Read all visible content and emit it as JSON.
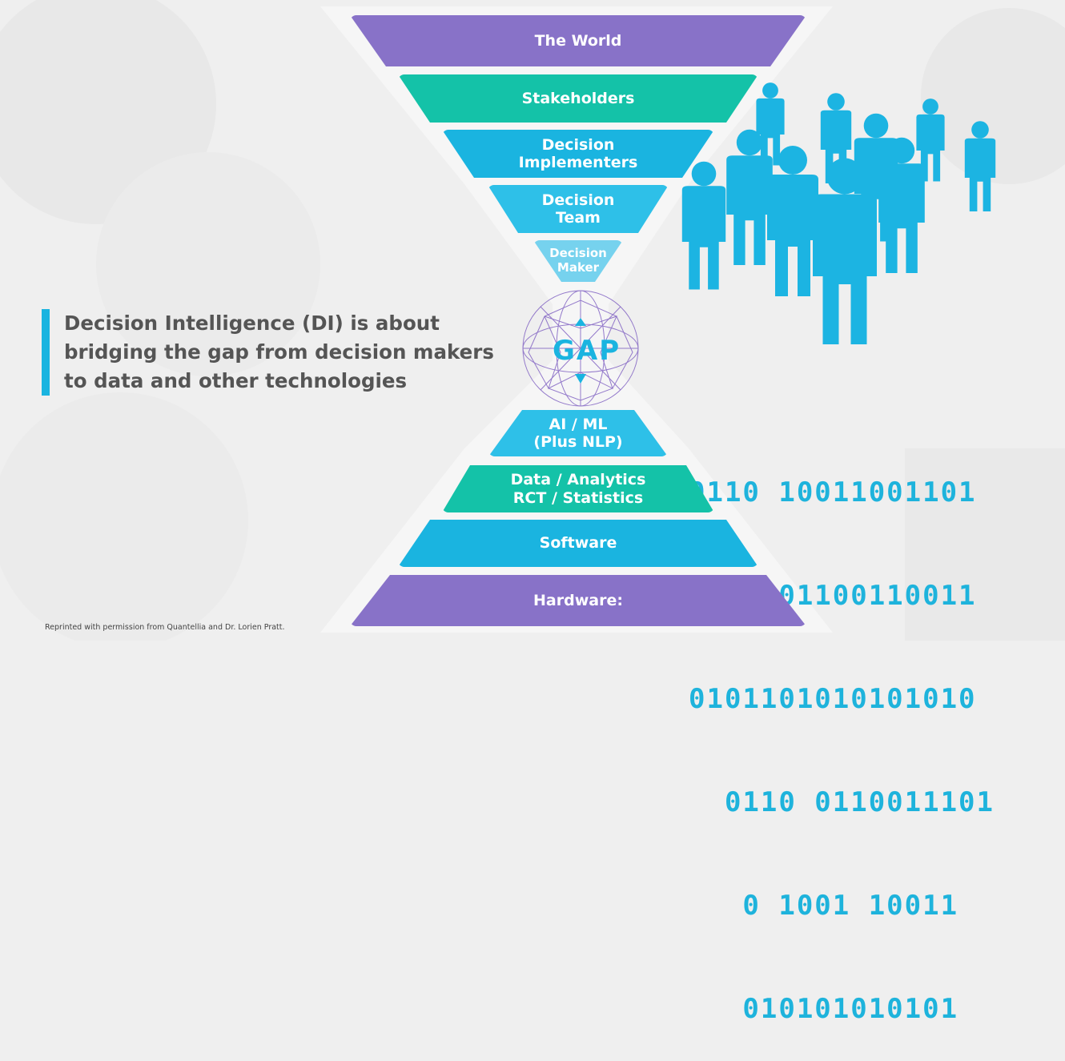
{
  "funnel_top": [
    {
      "label": "The World",
      "color": "#8872c8"
    },
    {
      "label": "Stakeholders",
      "color": "#14c2a8"
    },
    {
      "label": "Decision\nImplementers",
      "color": "#1ab4e0"
    },
    {
      "label": "Decision\nTeam",
      "color": "#2ec0e8"
    },
    {
      "label": "Decision\nMaker",
      "color": "#76d2ee"
    }
  ],
  "gap_label": "GAP",
  "funnel_bottom": [
    {
      "label": "AI / ML\n(Plus NLP)",
      "color": "#2ec0e8"
    },
    {
      "label": "Data / Analytics\nRCT / Statistics",
      "color": "#14c2a8"
    },
    {
      "label": "Software",
      "color": "#1ab4e0"
    },
    {
      "label": "Hardware:",
      "color": "#8872c8"
    }
  ],
  "headline": "Decision Intelligence (DI) is about\nbridging the gap from decision makers\nto data and other technologies",
  "binary_rows": [
    "0110 10011001101",
    "1001101100110011",
    "0101101010101010",
    "  0110 0110011101",
    "   0 1001 10011",
    "   010101010101"
  ],
  "credit": "Reprinted with permission from Quantellia and Dr. Lorien Pratt.",
  "colors": {
    "accent": "#1ab4e0",
    "purple": "#8872c8",
    "green": "#14c2a8"
  }
}
